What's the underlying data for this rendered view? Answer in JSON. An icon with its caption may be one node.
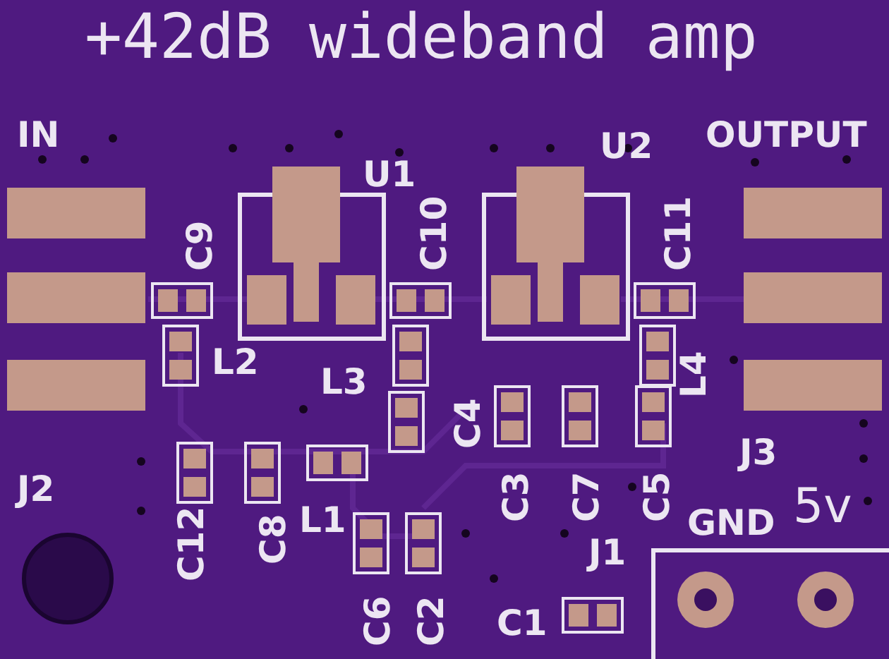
{
  "diagram": {
    "title": "+42dB wideband amp",
    "labels": [
      "IN",
      "OUTPUT",
      "U1",
      "U2",
      "C9",
      "C10",
      "C11",
      "L2",
      "L3",
      "L4",
      "C4",
      "J2",
      "J3",
      "C12",
      "C8",
      "L1",
      "C3",
      "C7",
      "C5",
      "C6",
      "C2",
      "J1",
      "C1",
      "GND",
      "5v"
    ]
  }
}
